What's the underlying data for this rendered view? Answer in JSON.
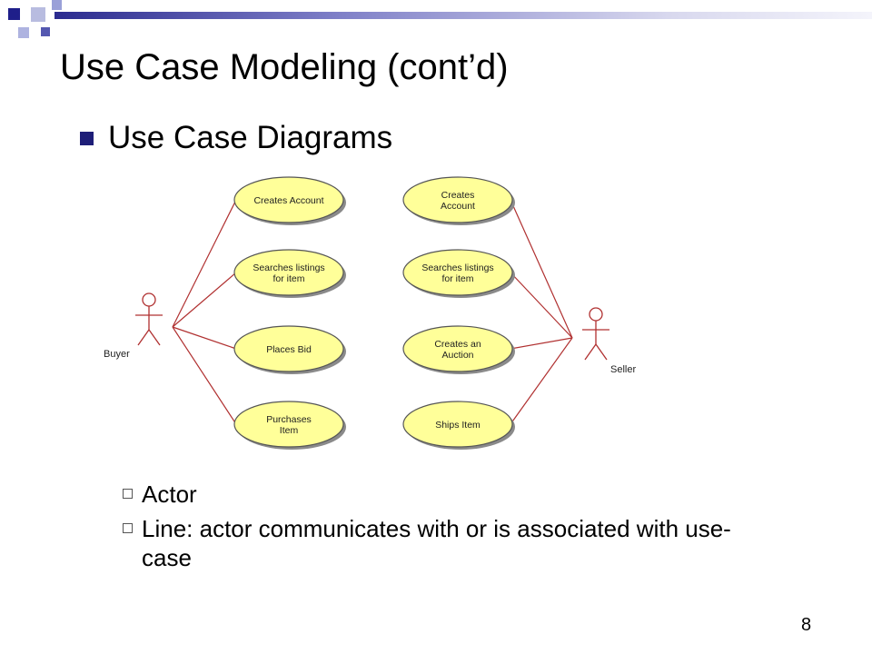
{
  "slide": {
    "title": "Use Case Modeling (cont’d)",
    "bullet": "Use Case Diagrams",
    "sub_bullets": [
      "Actor",
      "Line: actor communicates with or is associated with use-case"
    ],
    "page_number": "8"
  },
  "diagram": {
    "left_actor": "Buyer",
    "right_actor": "Seller",
    "left_use_cases": [
      [
        "Creates Account"
      ],
      [
        "Searches listings",
        "for item"
      ],
      [
        "Places Bid"
      ],
      [
        "Purchases",
        "Item"
      ]
    ],
    "right_use_cases": [
      [
        "Creates",
        "Account"
      ],
      [
        "Searches listings",
        "for item"
      ],
      [
        "Creates an",
        "Auction"
      ],
      [
        "Ships Item"
      ]
    ],
    "colors": {
      "use_case_fill": "#ffff99",
      "line": "#b03030",
      "actor": "#b03030",
      "accent": "#1e1e78"
    }
  }
}
